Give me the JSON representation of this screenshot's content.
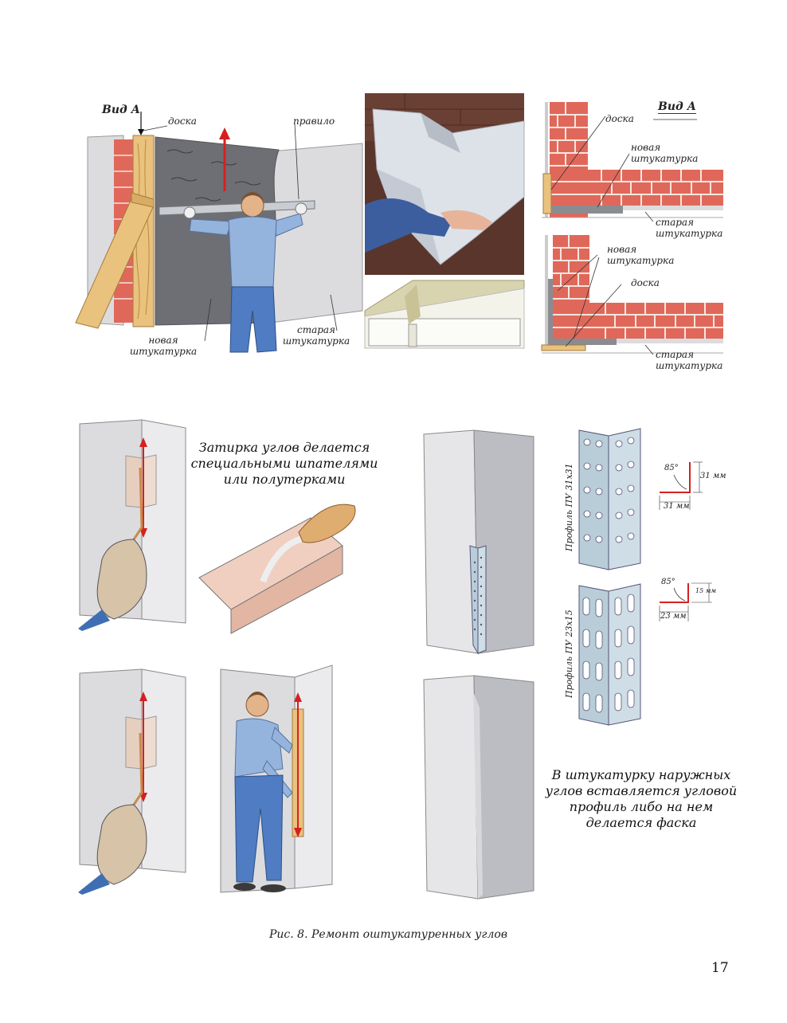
{
  "labels": {
    "vid_a_left": "Вид А",
    "doska_left": "доска",
    "pravilo": "правило",
    "novaya_left_1": "новая",
    "novaya_left_2": "штукатурка",
    "staraya_left_1": "старая",
    "staraya_left_2": "штукатурка",
    "vid_a_right": "Вид А",
    "doska_r1": "доска",
    "novaya_r1_1": "новая",
    "novaya_r1_2": "штукатурка",
    "staraya_r1_1": "старая",
    "staraya_r1_2": "штукатурка",
    "novaya_r2_1": "новая",
    "novaya_r2_2": "штукатурка",
    "doska_r2": "доска",
    "staraya_r2_1": "старая",
    "staraya_r2_2": "штукатурка"
  },
  "corner_note": {
    "line1": "Затирка углов делается",
    "line2": "специальными шпателями",
    "line3": "или полутерками"
  },
  "profiles": {
    "p1_name": "Профиль ПУ 31х31",
    "p1_angle": "85°",
    "p1_h": "31 мм",
    "p1_w": "31 мм",
    "p2_name": "Профиль ПУ 23х15",
    "p2_angle": "85°",
    "p2_h": "15 мм",
    "p2_w": "23 мм"
  },
  "outer_note": {
    "line1": "В штукатурку наружных",
    "line2": "углов вставляется угловой",
    "line3": "профиль либо на нем",
    "line4": "делается фаска"
  },
  "caption": "Рис. 8. Ремонт оштукатуренных углов",
  "page_number": "17",
  "colors": {
    "brick": "#e0685a",
    "mortar": "#f6e6e0",
    "wood": "#e9c27e",
    "plaster_old": "#dcdcdf",
    "plaster_new": "#6d6f75",
    "shirt": "#94b3dd",
    "jeans": "#4f7cc2",
    "arrow_red": "#d62020",
    "profile_metal": "#b9cdd9"
  }
}
